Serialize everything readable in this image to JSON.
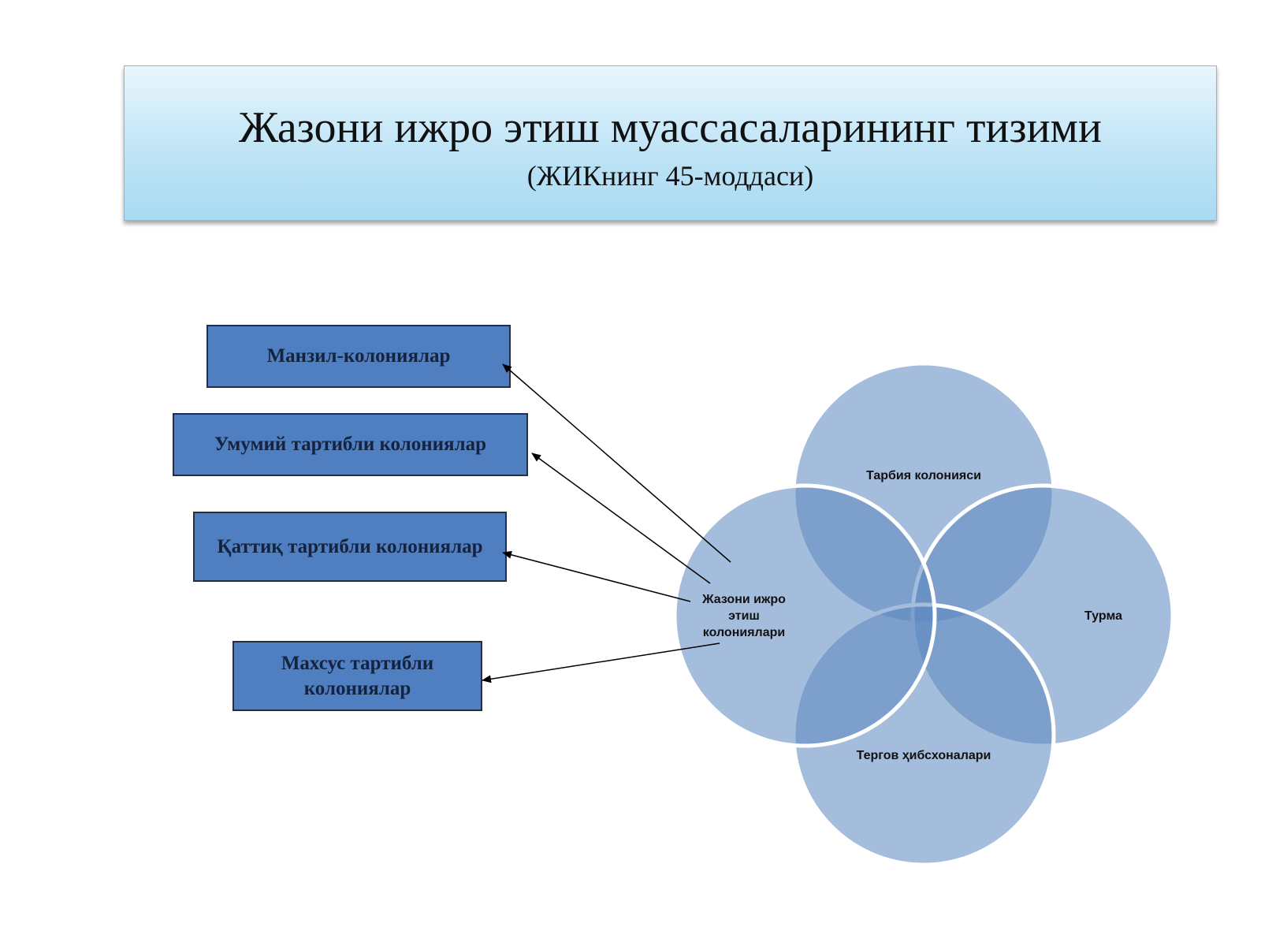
{
  "title": {
    "main": "Жазони ижро этиш муассасаларининг тизими",
    "subtitle": "(ЖИКнинг 45-моддаси)"
  },
  "colony_types": [
    "Манзил-колониялар",
    "Умумий тартибли колониялар",
    "Қаттиқ тартибли колониялар",
    "Махсус тартибли колониялар"
  ],
  "circles": {
    "center": [
      "Жазони ижро",
      "этиш",
      "колониялари"
    ],
    "top": "Тарбия колонияси",
    "right": "Турма",
    "bottom": "Тергов ҳибсхоналари"
  },
  "colors": {
    "box_fill": "#4f7fc0",
    "box_border": "#1f2e4a",
    "circle_fill": "#5b87c0",
    "banner_top": "#eaf6fd",
    "banner_bottom": "#a9daf3"
  }
}
